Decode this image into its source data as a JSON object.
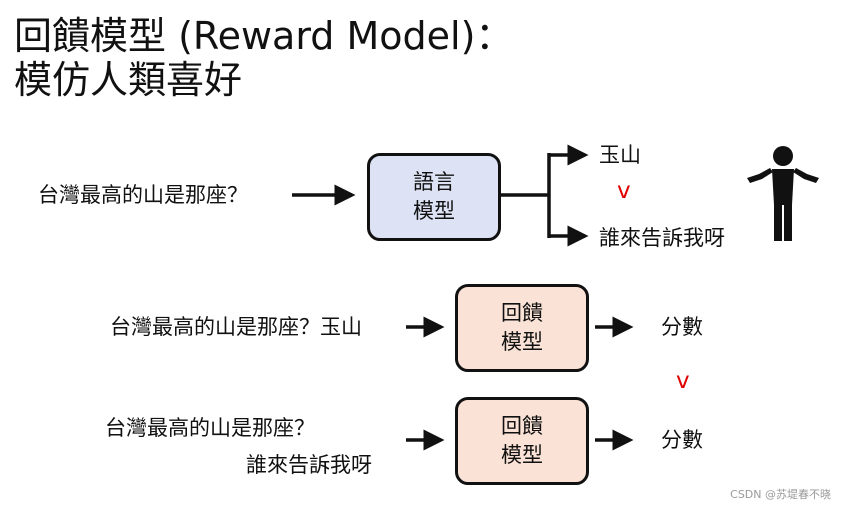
{
  "title": {
    "line1": "回饋模型 (Reward Model)：",
    "line2": "模仿人類喜好"
  },
  "colors": {
    "language_model_fill": "#dde3f4",
    "reward_model_fill": "#fae3d6",
    "comparison_mark": "#e10000"
  },
  "top_flow": {
    "question": "台灣最高的山是那座？",
    "model_line1": "語言",
    "model_line2": "模型",
    "answer_good": "玉山",
    "answer_bad": "誰來告訴我呀",
    "comparison_mark": "v",
    "human_icon": "person-shrug-icon"
  },
  "rm_flow_1": {
    "input": "台灣最高的山是那座？玉山",
    "model_line1": "回饋",
    "model_line2": "模型",
    "output": "分數"
  },
  "rm_flow_2": {
    "input_line1": "台灣最高的山是那座？",
    "input_line2": "誰來告訴我呀",
    "model_line1": "回饋",
    "model_line2": "模型",
    "output": "分數"
  },
  "score_comparison_mark": "v",
  "watermark": "CSDN @苏堤春不晓"
}
